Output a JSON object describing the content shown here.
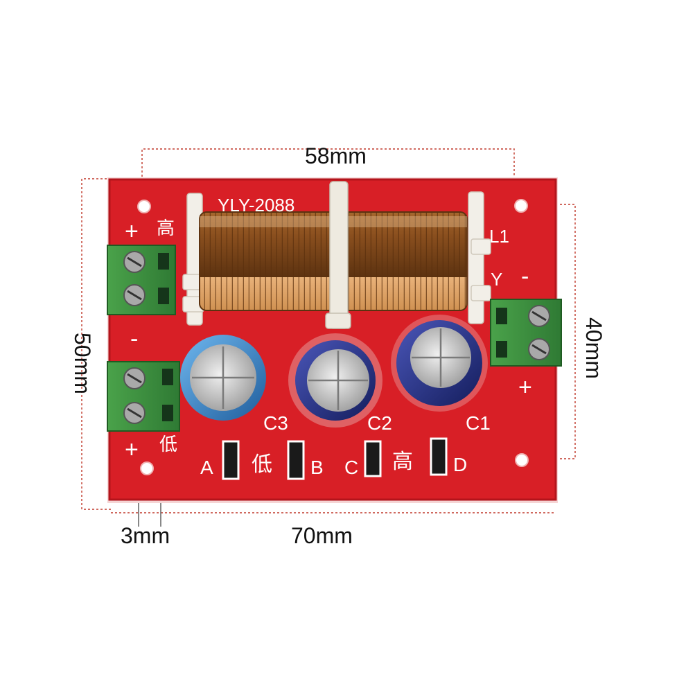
{
  "board": {
    "model": "YLY-2088",
    "inductor_label": "L1",
    "capacitor_labels": [
      "C1",
      "C2",
      "C3"
    ],
    "pad_labels": [
      "A",
      "B",
      "C",
      "D"
    ],
    "low_char": "低",
    "high_char": "高",
    "bass_char": "低",
    "tweeter_char": "高",
    "plus": "+",
    "minus": "-",
    "y_mark": "Y"
  },
  "dimensions": {
    "inner_width": "58mm",
    "outer_width": "70mm",
    "outer_height": "50mm",
    "inner_height": "40mm",
    "hole": "3mm"
  },
  "colors": {
    "pcb": "#d81f26",
    "pcb_edge": "#f3c9c9",
    "terminal": "#3f8f3f",
    "copper": "#b8763a",
    "cap_blue_light": "#3f8fd2",
    "cap_blue_dark": "#28348a",
    "cap_top": "#c8c8c8",
    "silk": "#ffffff",
    "dim_line": "#c0392b"
  }
}
